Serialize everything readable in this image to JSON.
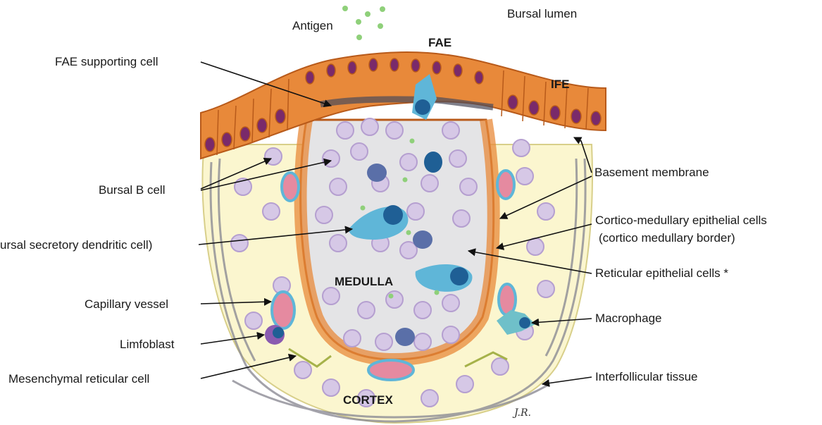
{
  "labels": {
    "antigen": "Antigen",
    "bursal_lumen": "Bursal lumen",
    "fae": "FAE",
    "ife": "IFE",
    "fae_supporting_cell": "FAE supporting cell",
    "bursal_b_cell": "Bursal B cell",
    "bursal_secretory_dendritic_cell": "ursal secretory dendritic cell)",
    "capillary_vessel": "Capillary vessel",
    "limfoblast": "Limfoblast",
    "mesenchymal_reticular_cell": "Mesenchymal reticular cell",
    "basement_membrane": "Basement membrane",
    "cortico_medullary_line1": "Cortico-medullary epithelial cells",
    "cortico_medullary_line2": "(cortico medullary border)",
    "reticular_epithelial_cells": "Reticular epithelial cells *",
    "macrophage": "Macrophage",
    "interfollicular_tissue": "Interfollicular tissue",
    "medulla": "MEDULLA",
    "cortex": "CORTEX"
  },
  "signature": "J.R.",
  "colors": {
    "epithelium": "#e8893a",
    "epithelium_dark": "#b85a1a",
    "nucleus_purple": "#7a2a6a",
    "cortex_fill": "#fbf6cf",
    "medulla_fill": "#e4e4e6",
    "b_cell": "#d6c8e6",
    "b_cell_nucleus": "#b59fd0",
    "dendritic": "#5fb6d8",
    "dendritic_nucleus": "#1f5f95",
    "red_cell": "#e58aa0",
    "antigen": "#8fd07a",
    "fibre": "#8d8c95"
  }
}
